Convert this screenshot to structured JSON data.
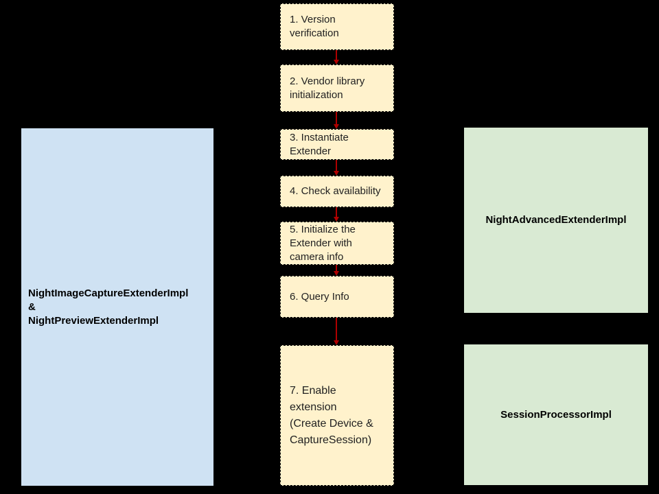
{
  "diagram": {
    "background_color": "#000000",
    "flow_steps": [
      {
        "id": "step-1",
        "label": "1. Version\nverification"
      },
      {
        "id": "step-2",
        "label": "2. Vendor library\ninitialization"
      },
      {
        "id": "step-3",
        "label": "3. Instantiate\nExtender"
      },
      {
        "id": "step-4",
        "label": "4. Check availability"
      },
      {
        "id": "step-5",
        "label": "5. Initialize the\nExtender with\ncamera info"
      },
      {
        "id": "step-6",
        "label": "6. Query Info"
      },
      {
        "id": "step-7",
        "label": "7. Enable\nextension\n(Create Device &\nCaptureSession)"
      }
    ],
    "edges": [
      {
        "from": "step-1",
        "to": "step-2"
      },
      {
        "from": "step-2",
        "to": "step-3"
      },
      {
        "from": "step-3",
        "to": "step-4"
      },
      {
        "from": "step-4",
        "to": "step-5"
      },
      {
        "from": "step-5",
        "to": "step-6"
      },
      {
        "from": "step-6",
        "to": "step-7"
      }
    ],
    "left_box": {
      "label": "NightImageCaptureExtenderImpl\n&\nNightPreviewExtenderImpl",
      "fill": "#cfe2f3"
    },
    "right_boxes": [
      {
        "label": "NightAdvancedExtenderImpl",
        "fill": "#d9ead3"
      },
      {
        "label": "SessionProcessorImpl",
        "fill": "#d9ead3"
      }
    ],
    "colors": {
      "step_fill": "#fff2cc",
      "step_border": "#000000",
      "step_text": "#212121",
      "arrow": "#b00000",
      "label_text": "#000000"
    }
  }
}
